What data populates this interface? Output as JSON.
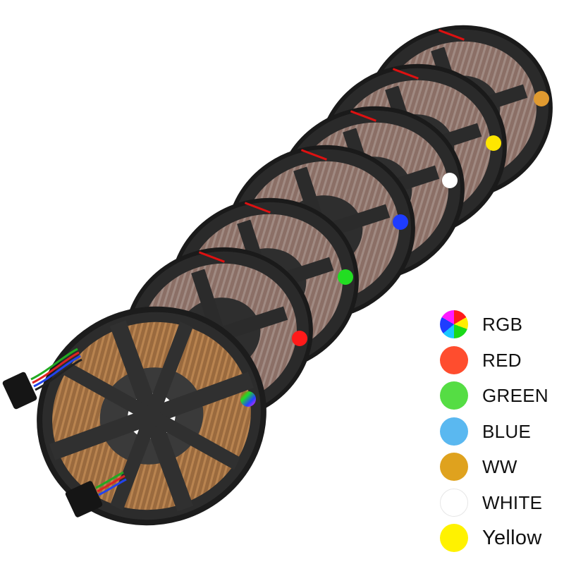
{
  "product": {
    "reels": [
      {
        "name": "rgb-reel",
        "tag_color": "rgb"
      },
      {
        "name": "red-reel",
        "tag_color": "#ff1a1a"
      },
      {
        "name": "green-reel",
        "tag_color": "#22dd22"
      },
      {
        "name": "blue-reel",
        "tag_color": "#1e3cff"
      },
      {
        "name": "white-reel",
        "tag_color": "#ffffff"
      },
      {
        "name": "yellow-reel",
        "tag_color": "#ffe600"
      },
      {
        "name": "warm-white-reel",
        "tag_color": "#e09a30"
      }
    ]
  },
  "legend": {
    "items": [
      {
        "label": "RGB",
        "color": "rgb"
      },
      {
        "label": "RED",
        "color": "#ff4d2e"
      },
      {
        "label": "GREEN",
        "color": "#55dd44"
      },
      {
        "label": "BLUE",
        "color": "#5ab8f0"
      },
      {
        "label": "WW",
        "color": "#dfa21e"
      },
      {
        "label": "WHITE",
        "color": "#ffffff"
      },
      {
        "label": "Yellow",
        "color": "#fff200"
      }
    ]
  }
}
